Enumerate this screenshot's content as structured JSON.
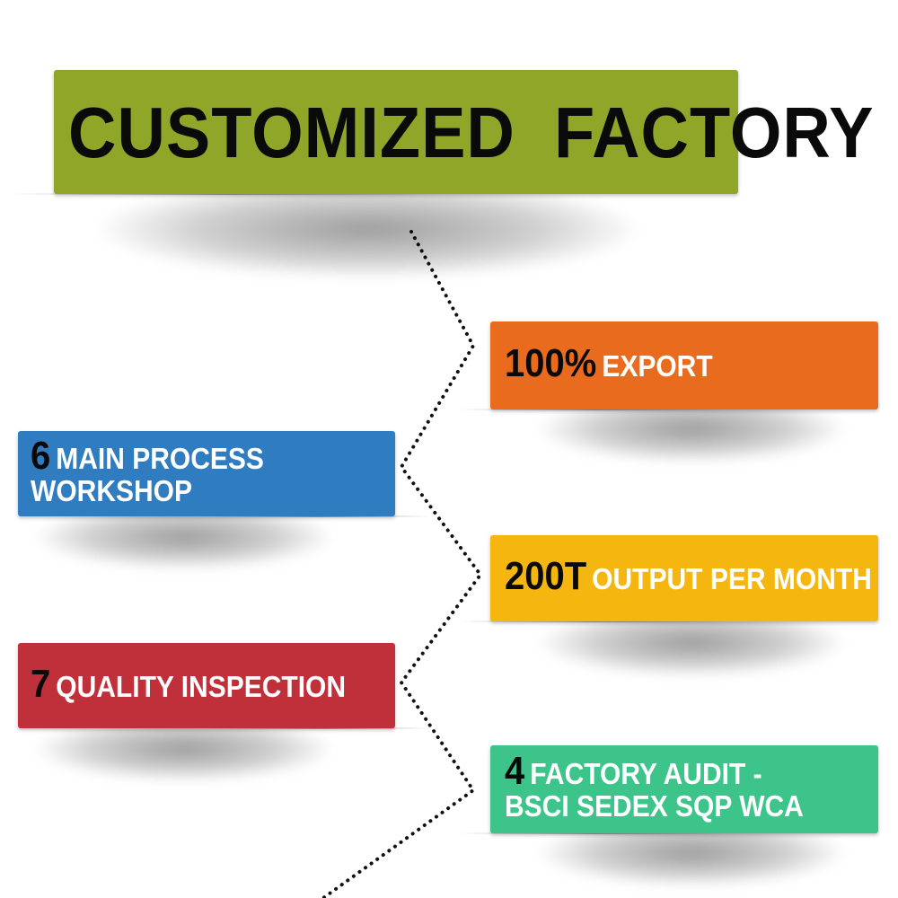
{
  "title": "CUSTOMIZED  FACTORY",
  "items": [
    {
      "number": "100%",
      "text": "EXPORT",
      "color": "#e96b1e"
    },
    {
      "number": "6",
      "text": "MAIN PROCESS",
      "text2": "WORKSHOP",
      "color": "#2f7cc1"
    },
    {
      "number": "200T",
      "text": "OUTPUT PER MONTH",
      "color": "#f5b70f"
    },
    {
      "number": "7",
      "text": "QUALITY INSPECTION",
      "color": "#c0303a"
    },
    {
      "number": "4",
      "text": "FACTORY AUDIT -",
      "text2": "BSCI SEDEX SQP WCA",
      "color": "#3cc48a"
    }
  ],
  "title_color": "#8fa629"
}
